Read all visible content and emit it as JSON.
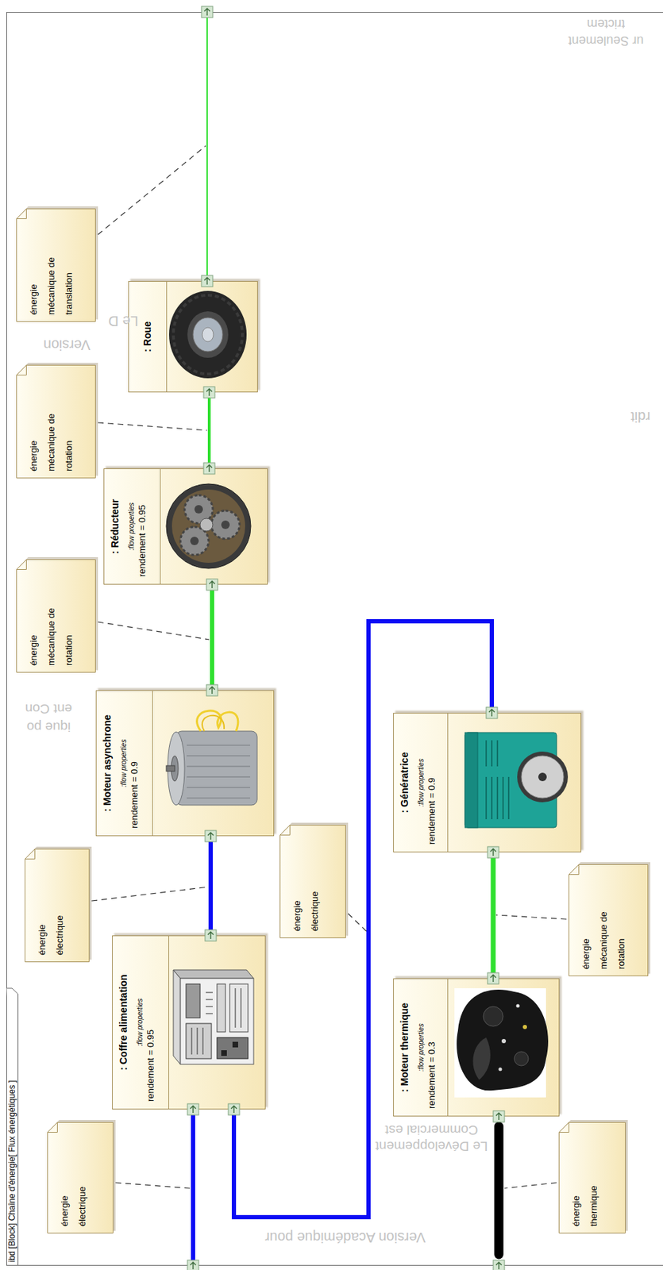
{
  "diagram": {
    "title": "ibd [Block] Chaîne d'énergie[ Flux énergétiques ]",
    "nodes": [
      {
        "text": [
          ": Coffre alimentation",
          ":flow properties",
          "rendement = 0.95"
        ]
      },
      {
        "text": [
          ": Moteur asynchrone",
          ":flow properties",
          "rendement = 0.9"
        ]
      },
      {
        "text": [
          ": Réducteur",
          ":flow properties",
          "rendement = 0.95"
        ]
      },
      {
        "text": [
          ": Roue"
        ]
      },
      {
        "text": [
          ": Moteur thermique",
          ":flow properties",
          "rendement = 0.3"
        ]
      },
      {
        "text": [
          ": Génératrice",
          ":flow properties",
          "rendement = 0.9"
        ]
      },
      {
        "text": [
          "énergie électrique"
        ]
      },
      {
        "text": [
          "énergie électrique"
        ]
      },
      {
        "text": [
          "énergie mécanique de rotation"
        ]
      },
      {
        "text": [
          "énergie mécanique de rotation"
        ]
      },
      {
        "text": [
          "énergie mécanique de translation"
        ]
      },
      {
        "text": [
          "énergie électrique"
        ]
      },
      {
        "text": [
          "énergie mécanique de rotation"
        ]
      },
      {
        "text": [
          "énergie thermique"
        ]
      }
    ],
    "edges": [
      {
        "from": 0,
        "to": 1,
        "arrow": "none"
      },
      {
        "from": 1,
        "to": 2,
        "arrow": "none"
      },
      {
        "from": 2,
        "to": 3,
        "arrow": "none"
      },
      {
        "from": 4,
        "to": 5,
        "arrow": "none"
      },
      {
        "from": 5,
        "to": 0,
        "arrow": "none"
      }
    ],
    "labels": [
      "Version Académique pour",
      "Le Développement Commercial est",
      "Version",
      "Le D",
      "rdit",
      "ent Con",
      "ique po",
      "trictem",
      "ur Seulement"
    ]
  }
}
